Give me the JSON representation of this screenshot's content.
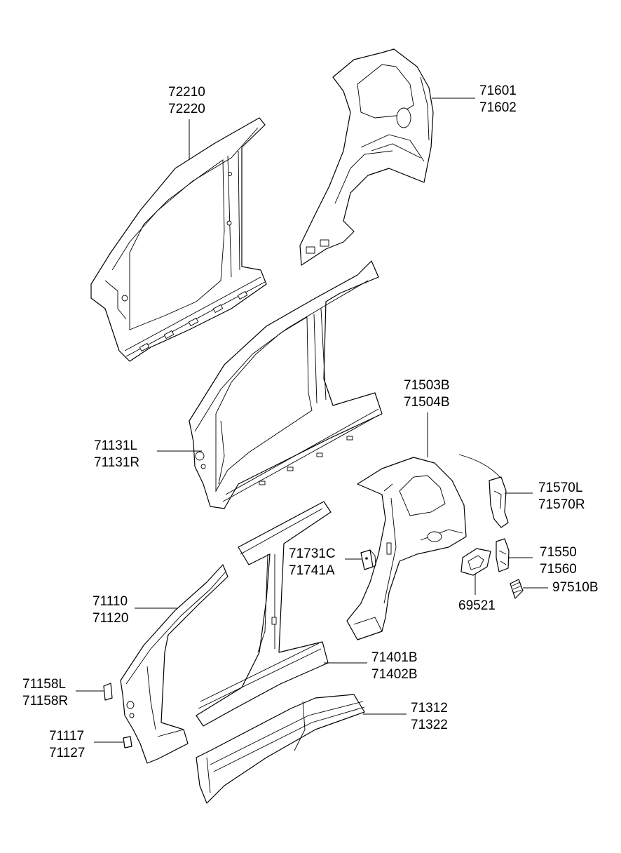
{
  "callouts": {
    "c72210": {
      "lines": [
        "72210",
        "72220"
      ]
    },
    "c71601": {
      "lines": [
        "71601",
        "71602"
      ]
    },
    "c71131": {
      "lines": [
        "71131L",
        "71131R"
      ]
    },
    "c71503": {
      "lines": [
        "71503B",
        "71504B"
      ]
    },
    "c71570": {
      "lines": [
        "71570L",
        "71570R"
      ]
    },
    "c71731": {
      "lines": [
        "71731C",
        "71741A"
      ]
    },
    "c71550": {
      "lines": [
        "71550",
        "71560"
      ]
    },
    "c71110": {
      "lines": [
        "71110",
        "71120"
      ]
    },
    "c97510": {
      "lines": [
        "97510B"
      ]
    },
    "c69521": {
      "lines": [
        "69521"
      ]
    },
    "c71401": {
      "lines": [
        "71401B",
        "71402B"
      ]
    },
    "c71158": {
      "lines": [
        "71158L",
        "71158R"
      ]
    },
    "c71312": {
      "lines": [
        "71312",
        "71322"
      ]
    },
    "c71117": {
      "lines": [
        "71117",
        "71127"
      ]
    }
  },
  "colors": {
    "line": "#000000",
    "background": "#ffffff"
  }
}
